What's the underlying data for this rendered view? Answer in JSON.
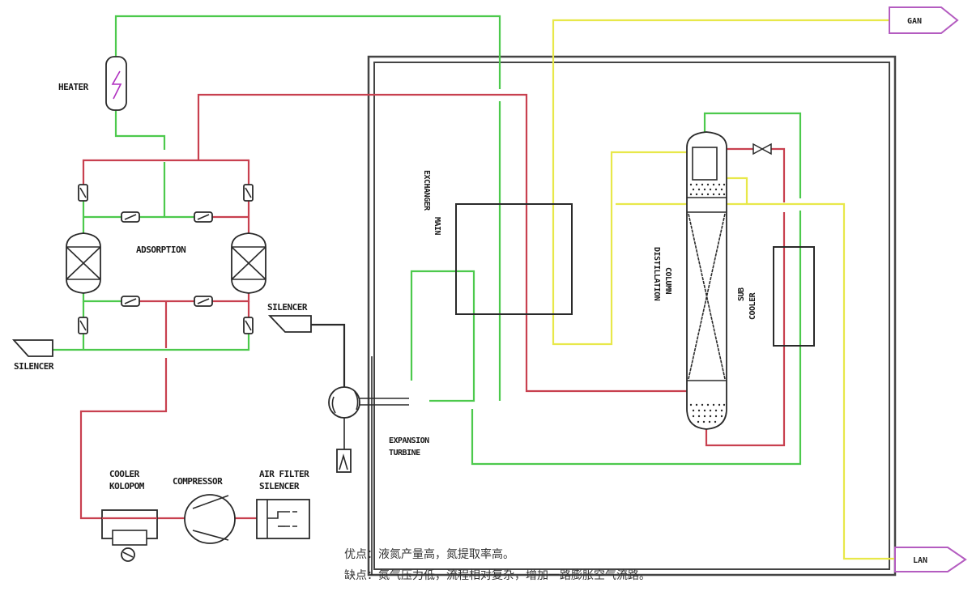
{
  "diagram": {
    "title": "Air separation process flow",
    "colors": {
      "nitrogen_line": "#4cc94c",
      "air_line": "#c8404f",
      "liquid_line": "#e8e84a",
      "equipment": "#2a2a2a",
      "product_tag_border": "#b45cc0",
      "heater_symbol": "#b030c0"
    },
    "labels": {
      "heater": "HEATER",
      "adsorption": "ADSORPTION",
      "silencer_left": "SILENCER",
      "silencer_right": "SILENCER",
      "cooler_line1": "COOLER",
      "cooler_line2": "KOLOPOM",
      "compressor": "COMPRESSOR",
      "air_filter_line1": "AIR FILTER",
      "air_filter_line2": "SILENCER",
      "main_exchanger_line1": "MAIN",
      "main_exchanger_line2": "EXCHANGER",
      "expansion_line1": "EXPANSION",
      "expansion_line2": "TURBINE",
      "distillation_line1": "DISTILLATION",
      "distillation_line2": "COLUMN",
      "subcooler_line1": "SUB",
      "subcooler_line2": "COOLER"
    },
    "products": {
      "gan": "GAN",
      "lan": "LAN"
    },
    "notes": {
      "advantages": "优点：液氮产量高，氮提取率高。",
      "disadvantages": "缺点：氮气压力低，流程相对复杂，增加一路膨胀空气流路。"
    }
  }
}
